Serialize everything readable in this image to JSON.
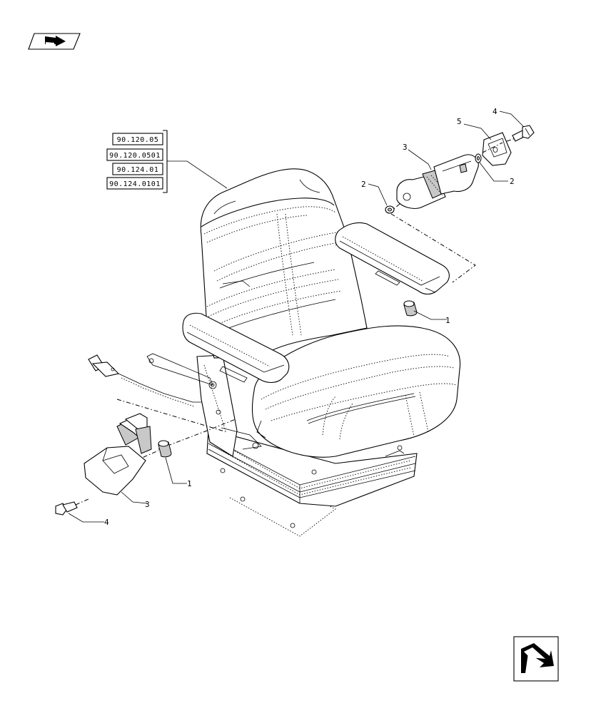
{
  "references": [
    "90.120.05",
    "90.120.0501",
    "90.124.01",
    "90.124.0101"
  ],
  "callouts": {
    "c1_right": "1",
    "c1_left": "1",
    "c2_upper_left": "2",
    "c2_upper_right": "2",
    "c3_upper": "3",
    "c3_lower": "3",
    "c4_upper": "4",
    "c4_lower": "4",
    "c5_upper": "5"
  },
  "icons": {
    "top_left": "previous-page-arrow-icon",
    "bottom_right": "next-page-arrow-icon"
  }
}
